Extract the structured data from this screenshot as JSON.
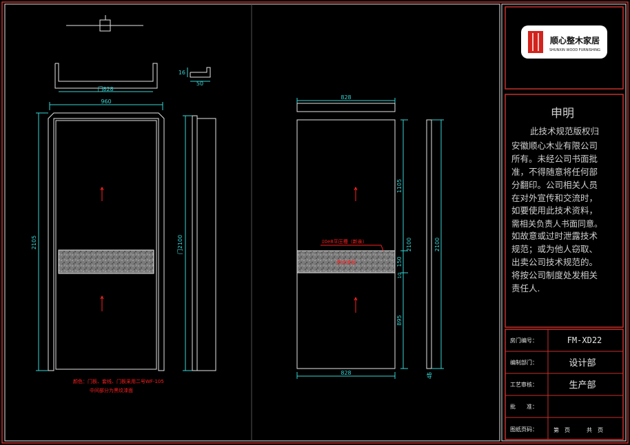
{
  "colors": {
    "background": "#000000",
    "frame_red": "#c8302a",
    "line_white": "#e6e6e6",
    "dim_cyan": "#36d6d6",
    "label_red": "#ff2020",
    "panel_grey": "#6a6a6a"
  },
  "left_view": {
    "top_dim_label": "门828",
    "side_dims": [
      "16",
      "50"
    ],
    "width_label": "960",
    "height_label": "2105",
    "inner_height_label": "门2100",
    "note_line1": "颜色：门板、套线、门板采用二号WF-105",
    "note_line2": "中间部分为黑纹漆面"
  },
  "right_view": {
    "top_dim_label": "828",
    "bottom_dim_label": "828",
    "dims": [
      "1105",
      "2100",
      "150",
      "10",
      "895",
      "2100",
      "45"
    ],
    "callout_label": "ﾛ0e8平压槽（新亲）",
    "panel_label": "黑纹漆面"
  },
  "logo": {
    "brand": "顺心整木家居",
    "brand_en": "SHUNXIN WOOD FURNISHING"
  },
  "statement": {
    "title": "申明",
    "lines": [
      "此技术规范版权归",
      "安徽顺心木业有限公司",
      "所有。未经公司书面批",
      "准，不得随意将任何部",
      "分翻印。公司相关人员",
      "在对外宣传和交流时，",
      "如要使用此技术资料，",
      "需相关负责人书面同意。",
      "如故意或过时泄露技术",
      "规范；或为他人窃取、",
      "出卖公司技术规范的。",
      "将按公司制度处发相关",
      "责任人."
    ]
  },
  "title_block": {
    "rows": [
      {
        "label": "房门编号：",
        "value": "FM-XD22"
      },
      {
        "label": "编制部门：",
        "value": "设计部"
      },
      {
        "label": "工艺审核：",
        "value": "生产部"
      },
      {
        "label": "批　　准：",
        "value": ""
      },
      {
        "label": "图纸页码：",
        "value": "第　页　　　共　页"
      }
    ]
  }
}
